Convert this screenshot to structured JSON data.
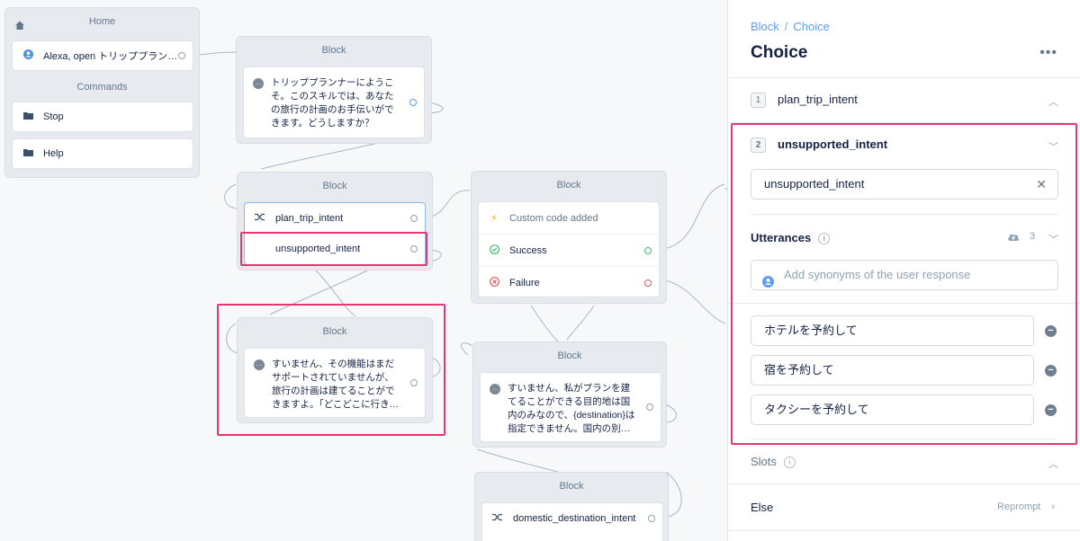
{
  "canvas": {
    "home_block": {
      "title": "Home",
      "start_step": "Alexa, open トリッププラン…",
      "commands_label": "Commands",
      "commands": [
        "Stop",
        "Help"
      ]
    },
    "welcome_block": {
      "title": "Block",
      "speak_text": "トリッププランナーにようこそ。このスキルでは、あなたの旅行の計画のお手伝いができます。どうしますか？"
    },
    "choice_block": {
      "title": "Block",
      "intents": [
        "plan_trip_intent",
        "unsupported_intent"
      ]
    },
    "code_block": {
      "title": "Block",
      "custom_code": "Custom code added",
      "success": "Success",
      "failure": "Failure"
    },
    "unsupported_block": {
      "title": "Block",
      "speak_text": "すいません、その機能はまだサポートされていませんが、旅行の計画は建てることができますよ。「どこどこに行き…"
    },
    "unsupported_dest_block": {
      "title": "Block",
      "speak_text": "すいません、私がプランを建てることができる目的地は国内のみなので、{destination}は指定できません。国内の別…"
    },
    "domestic_block": {
      "title": "Block",
      "intent": "domestic_destination_intent"
    }
  },
  "panel": {
    "breadcrumb": {
      "parent": "Block",
      "separator": "/",
      "current": "Choice"
    },
    "title": "Choice",
    "more_icon": "•••",
    "intent1": {
      "number": "1",
      "name": "plan_trip_intent"
    },
    "intent2": {
      "number": "2",
      "name": "unsupported_intent",
      "select_value": "unsupported_intent"
    },
    "utterances": {
      "label": "Utterances",
      "count": "3",
      "placeholder": "Add synonyms of the user response",
      "items": [
        "ホテルを予約して",
        "宿を予約して",
        "タクシーを予約して"
      ]
    },
    "slots_label": "Slots",
    "else_label": "Else",
    "else_value": "Reprompt"
  },
  "colors": {
    "highlight": "#e8366f",
    "link": "#5d9df5",
    "success": "#3dbf68",
    "failure": "#e05a5a"
  }
}
